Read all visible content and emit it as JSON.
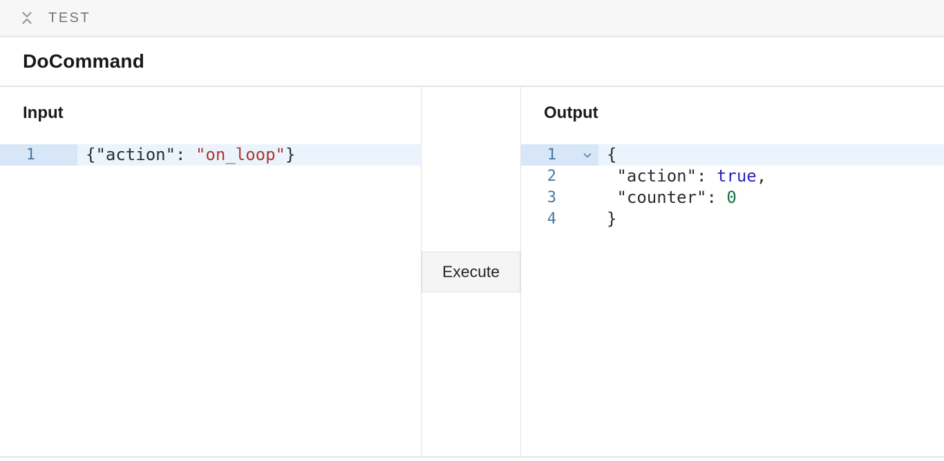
{
  "topbar": {
    "label": "TEST",
    "icon": "collapse-vertical-icon"
  },
  "header": {
    "title": "DoCommand"
  },
  "input_panel": {
    "heading": "Input",
    "editor": {
      "lines": [
        {
          "number": "1",
          "active": true,
          "foldable": false,
          "tokens": [
            {
              "text": "{\"action\": ",
              "type": "plain"
            },
            {
              "text": "\"on_loop\"",
              "type": "string"
            },
            {
              "text": "}",
              "type": "plain"
            }
          ]
        }
      ]
    }
  },
  "execute": {
    "label": "Execute"
  },
  "output_panel": {
    "heading": "Output",
    "editor": {
      "lines": [
        {
          "number": "1",
          "active": true,
          "foldable": true,
          "tokens": [
            {
              "text": "{",
              "type": "plain"
            }
          ]
        },
        {
          "number": "2",
          "active": false,
          "foldable": false,
          "tokens": [
            {
              "text": " \"action\": ",
              "type": "plain"
            },
            {
              "text": "true",
              "type": "bool"
            },
            {
              "text": ",",
              "type": "plain"
            }
          ]
        },
        {
          "number": "3",
          "active": false,
          "foldable": false,
          "tokens": [
            {
              "text": " \"counter\": ",
              "type": "plain"
            },
            {
              "text": "0",
              "type": "number"
            }
          ]
        },
        {
          "number": "4",
          "active": false,
          "foldable": false,
          "tokens": [
            {
              "text": "}",
              "type": "plain"
            }
          ]
        }
      ]
    }
  },
  "colors": {
    "linenum": "#4577a3",
    "gutter_active": "#d7e7f7",
    "line_active": "#ebf4fc",
    "code": "#2b2b30",
    "string": "#ad382e",
    "bool": "#2b22bb",
    "number": "#176e47"
  }
}
